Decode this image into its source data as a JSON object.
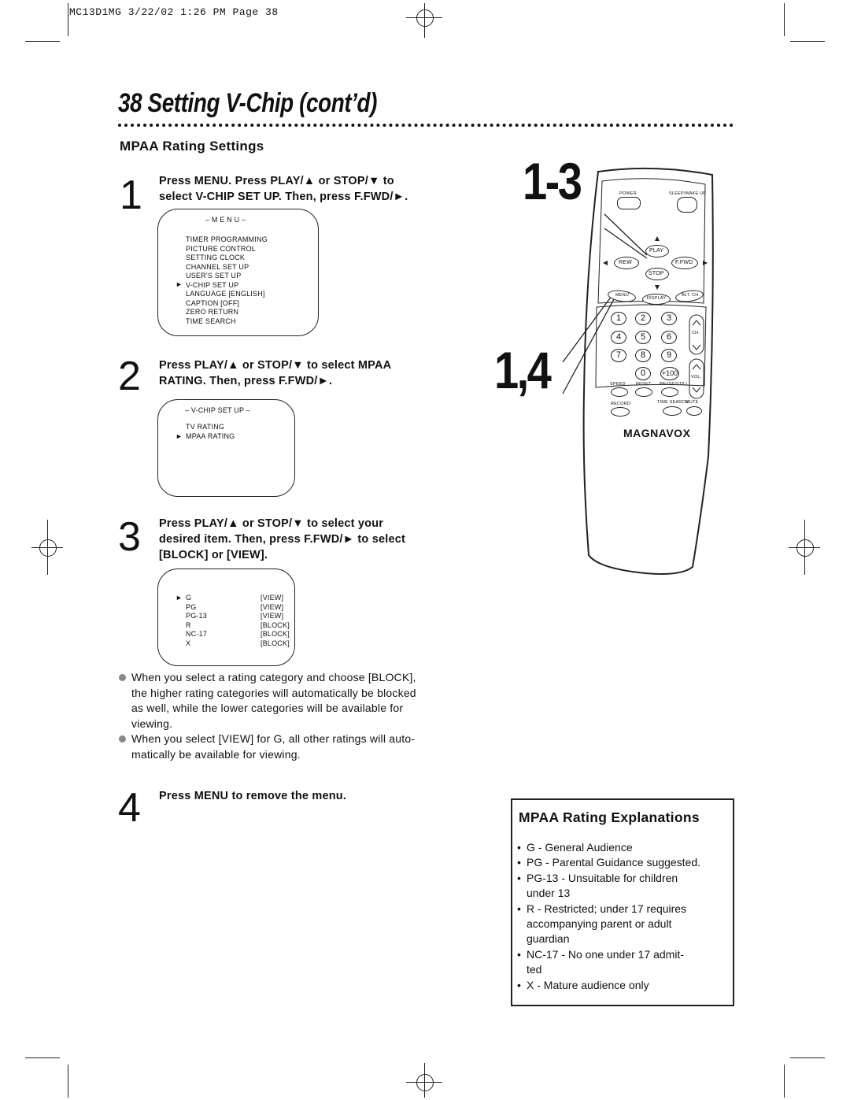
{
  "header": {
    "print_line": "MC13D1MG  3/22/02  1:26 PM  Page 38"
  },
  "page_title": "38  Setting V-Chip (cont’d)",
  "section_title": "MPAA Rating Settings",
  "steps": [
    {
      "number": "1",
      "lines": [
        "Press MENU. Press PLAY/▲ or STOP/▼ to",
        "select V-CHIP SET UP. Then, press F.FWD/►."
      ],
      "screen": {
        "title": "– M E N U –",
        "items": [
          "TIMER PROGRAMMING",
          "PICTURE CONTROL",
          "SETTING CLOCK",
          "CHANNEL SET UP",
          "USER’S SET UP",
          "V-CHIP SET UP",
          "LANGUAGE [ENGLISH]",
          "CAPTION [OFF]",
          "ZERO RETURN",
          "TIME SEARCH"
        ],
        "cursor": "►"
      }
    },
    {
      "number": "2",
      "lines": [
        "Press PLAY/▲ or STOP/▼ to select MPAA",
        "RATING. Then, press F.FWD/►."
      ],
      "screen": {
        "title": "– V-CHIP SET UP –",
        "items": [
          "TV RATING",
          "MPAA RATING"
        ],
        "cursor": "►"
      }
    },
    {
      "number": "3",
      "lines": [
        "Press PLAY/▲ or STOP/▼ to select your",
        "desired item. Then, press F.FWD/► to select",
        "[BLOCK] or [VIEW]."
      ],
      "screen": {
        "cursor": "►",
        "ratings": [
          {
            "name": "G",
            "value": "[VIEW]"
          },
          {
            "name": "PG",
            "value": "[VIEW]"
          },
          {
            "name": "PG-13",
            "value": "[VIEW]"
          },
          {
            "name": "R",
            "value": "[BLOCK]"
          },
          {
            "name": "NC-17",
            "value": "[BLOCK]"
          },
          {
            "name": "X",
            "value": "[BLOCK]"
          }
        ]
      }
    },
    {
      "number": "4",
      "lines": [
        "Press MENU to remove the menu."
      ]
    }
  ],
  "notes": [
    [
      "When you select a rating category and choose [BLOCK],",
      "the higher rating categories will automatically be blocked",
      "as well, while the lower categories will be available for",
      "viewing."
    ],
    [
      "When you select [VIEW] for G, all other ratings will auto-",
      "matically be available for viewing."
    ]
  ],
  "explanations": {
    "title": "MPAA Rating Explanations",
    "items": [
      [
        "G - General Audience"
      ],
      [
        "PG - Parental Guidance suggested."
      ],
      [
        "PG-13 - Unsuitable for children",
        "under 13"
      ],
      [
        "R - Restricted; under 17 requires",
        "accompanying parent or adult",
        "guardian"
      ],
      [
        "NC-17 - No one under 17 admit-",
        "ted"
      ],
      [
        "X - Mature audience only"
      ]
    ]
  },
  "remote": {
    "callout_top": "1-3",
    "callout_bottom": "1,4",
    "power": "POWER",
    "sleep": "SLEEP/WAKE UP",
    "play": "PLAY",
    "rew": "REW",
    "ffwd": "F.FWD",
    "stop": "STOP",
    "menu": "MENU",
    "display": "DISPLAY",
    "altch": "ALT. CH.",
    "keys": [
      "1",
      "2",
      "3",
      "4",
      "5",
      "6",
      "7",
      "8",
      "9",
      "0",
      "+100"
    ],
    "ch": "CH.",
    "vol": "VOL.",
    "speed": "SPEED",
    "reset": "RESET",
    "pause": "PAUSE/STILL",
    "record": "RECORD",
    "time_search": "TIME SEARCH",
    "mute": "MUTE",
    "brand": "MAGNAVOX"
  }
}
